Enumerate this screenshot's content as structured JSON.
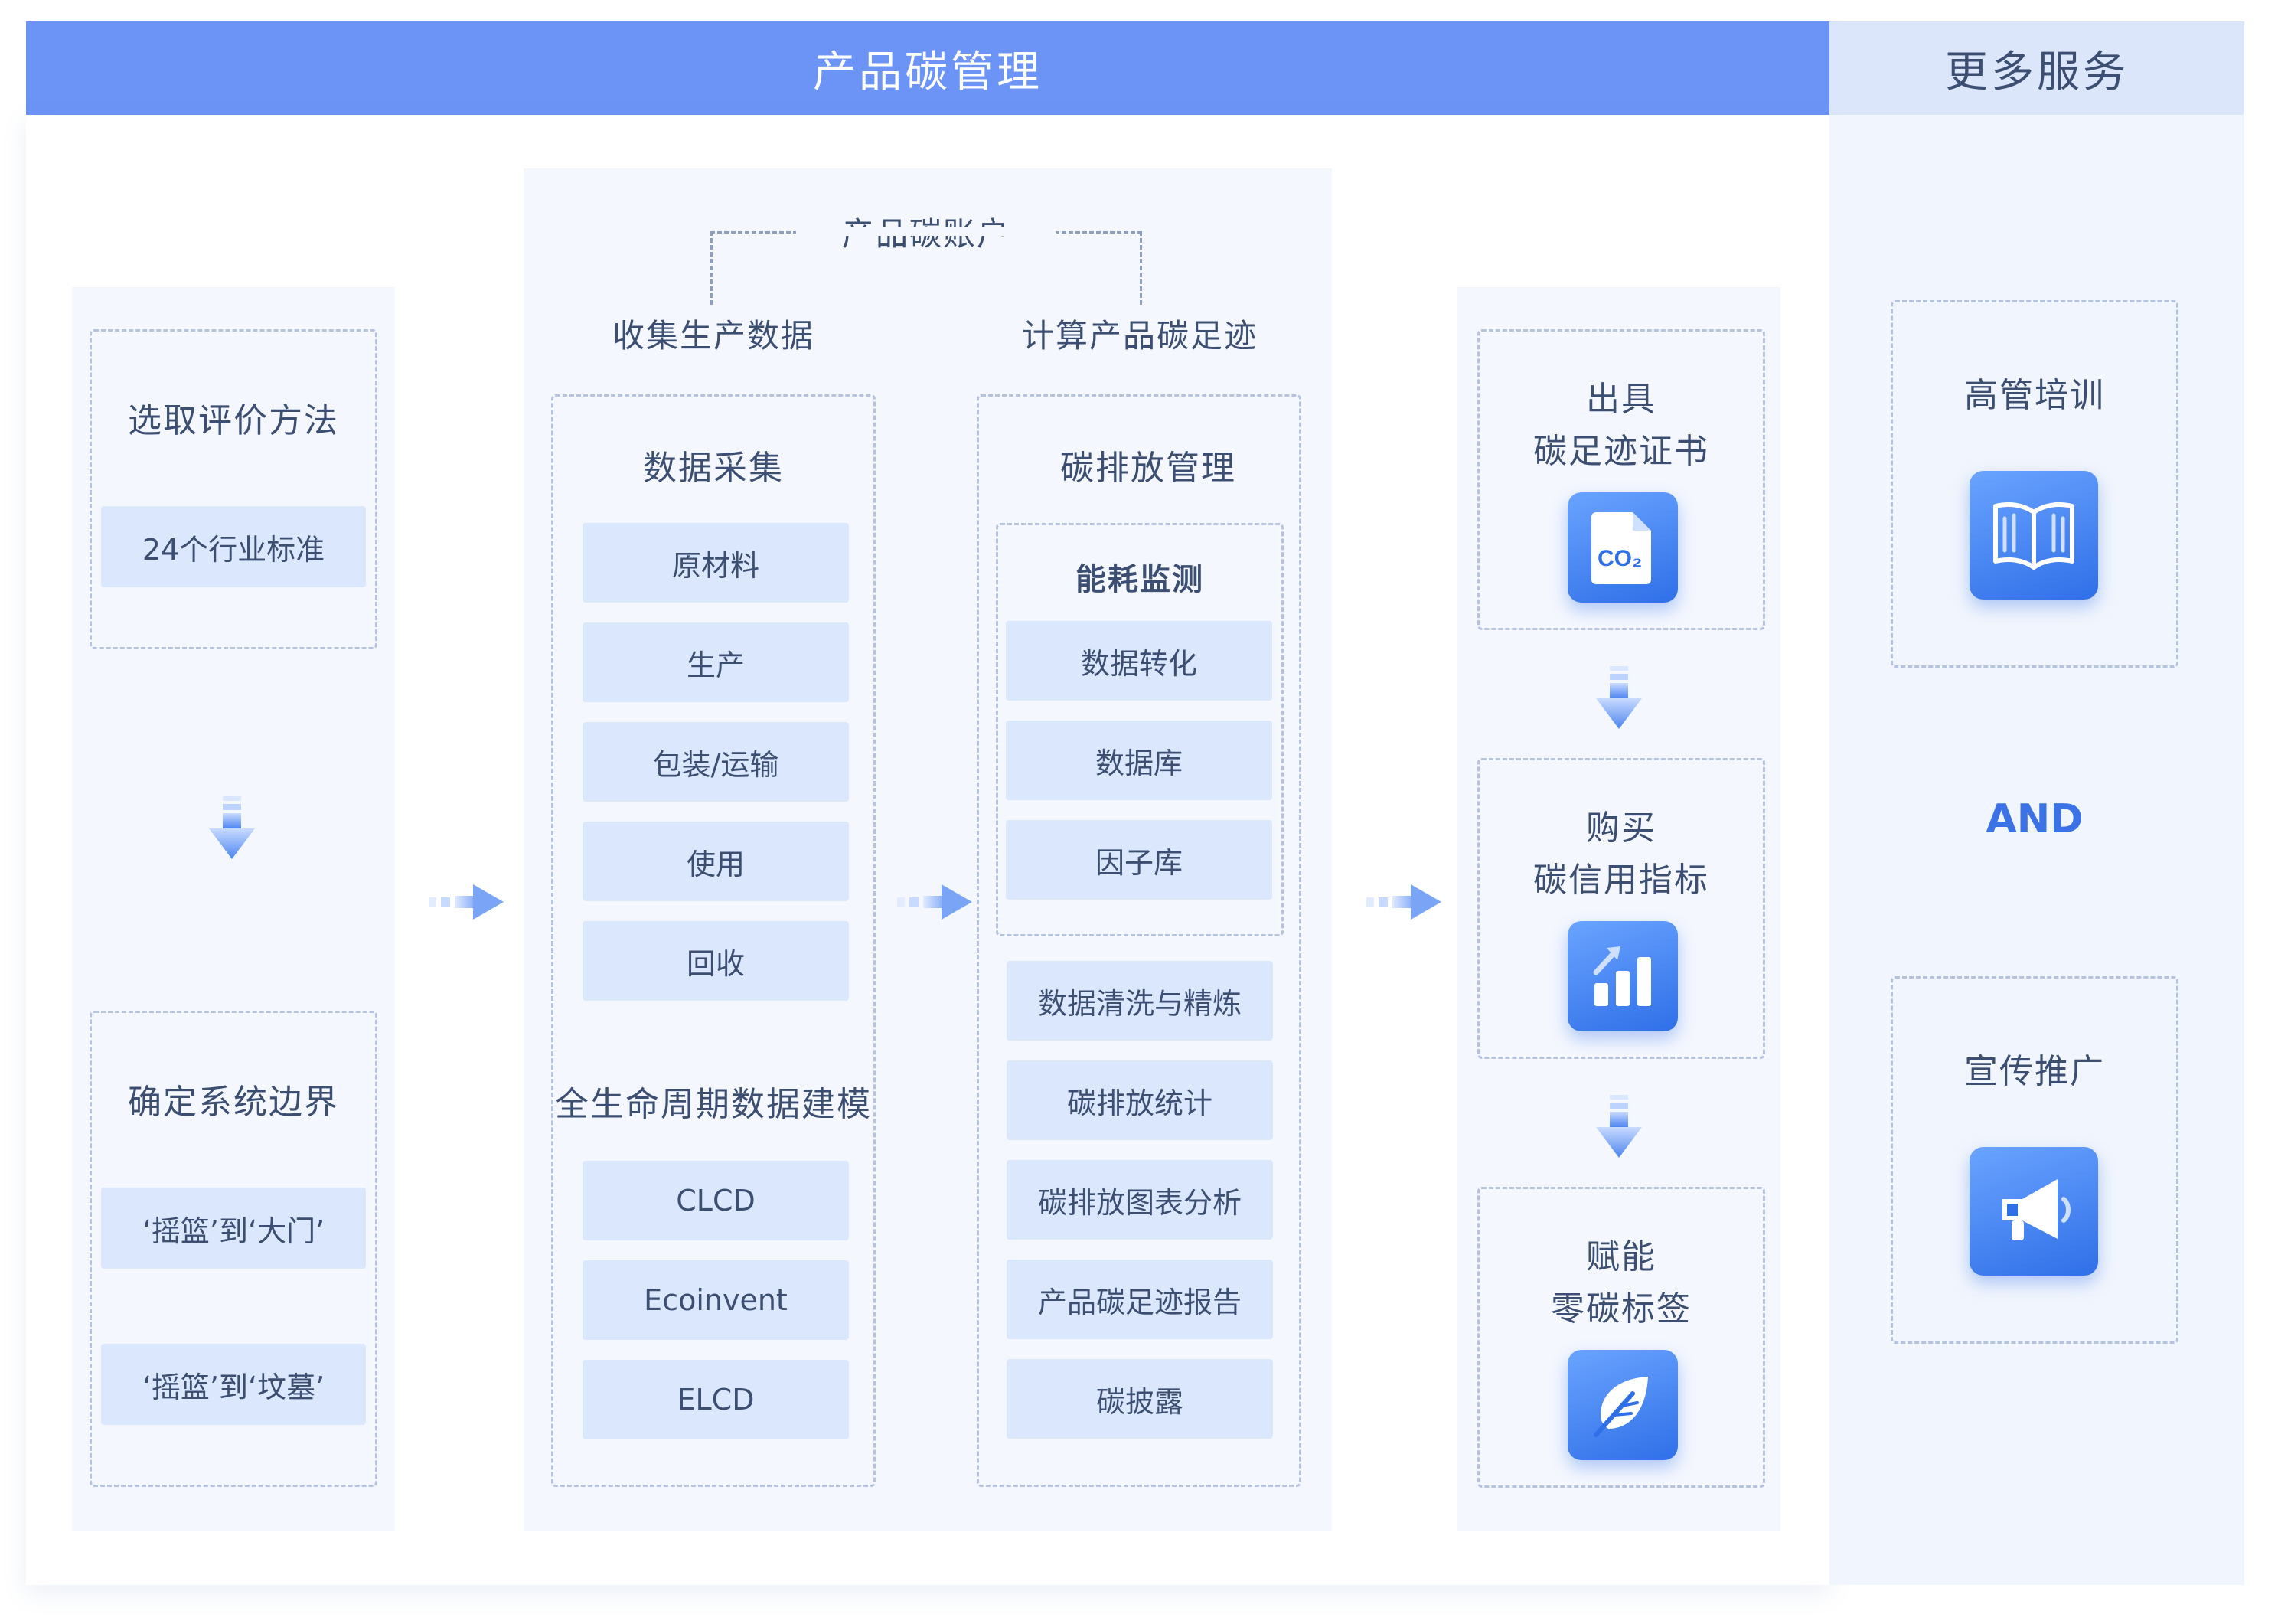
{
  "header": {
    "main": "产品碳管理",
    "more": "更多服务"
  },
  "col1": {
    "box1": {
      "title": "选取评价方法",
      "items": [
        "24个行业标准"
      ]
    },
    "box2": {
      "title": "确定系统边界",
      "items": [
        "‘摇篮’到‘大门’",
        "‘摇篮’到‘坟墓’"
      ]
    }
  },
  "col2": {
    "account": "产品碳账户",
    "left": {
      "heading": "收集生产数据",
      "section1": "数据采集",
      "items1": [
        "原材料",
        "生产",
        "包装/运输",
        "使用",
        "回收"
      ],
      "section2": "全生命周期数据建模",
      "items2": [
        "CLCD",
        "Ecoinvent",
        "ELCD"
      ]
    },
    "right": {
      "heading": "计算产品碳足迹",
      "section": "碳排放管理",
      "inner_title": "能耗监测",
      "inner_items": [
        "数据转化",
        "数据库",
        "因子库"
      ],
      "items": [
        "数据清洗与精炼",
        "碳排放统计",
        "碳排放图表分析",
        "产品碳足迹报告",
        "碳披露"
      ]
    }
  },
  "col3": {
    "boxes": [
      {
        "line1": "出具",
        "line2": "碳足迹证书",
        "icon": "co2-document-icon",
        "icon_text": "CO₂"
      },
      {
        "line1": "购买",
        "line2": "碳信用指标",
        "icon": "bar-chart-icon"
      },
      {
        "line1": "赋能",
        "line2": "零碳标签",
        "icon": "leaf-icon"
      }
    ]
  },
  "more": {
    "box1": {
      "title": "高管培训",
      "icon": "book-icon"
    },
    "and": "AND",
    "box2": {
      "title": "宣传推广",
      "icon": "megaphone-icon"
    }
  },
  "colors": {
    "primary": "#6c94f7",
    "accent": "#3b73e6",
    "item_bg": "#dbe7fd",
    "text": "#3c4f73"
  }
}
